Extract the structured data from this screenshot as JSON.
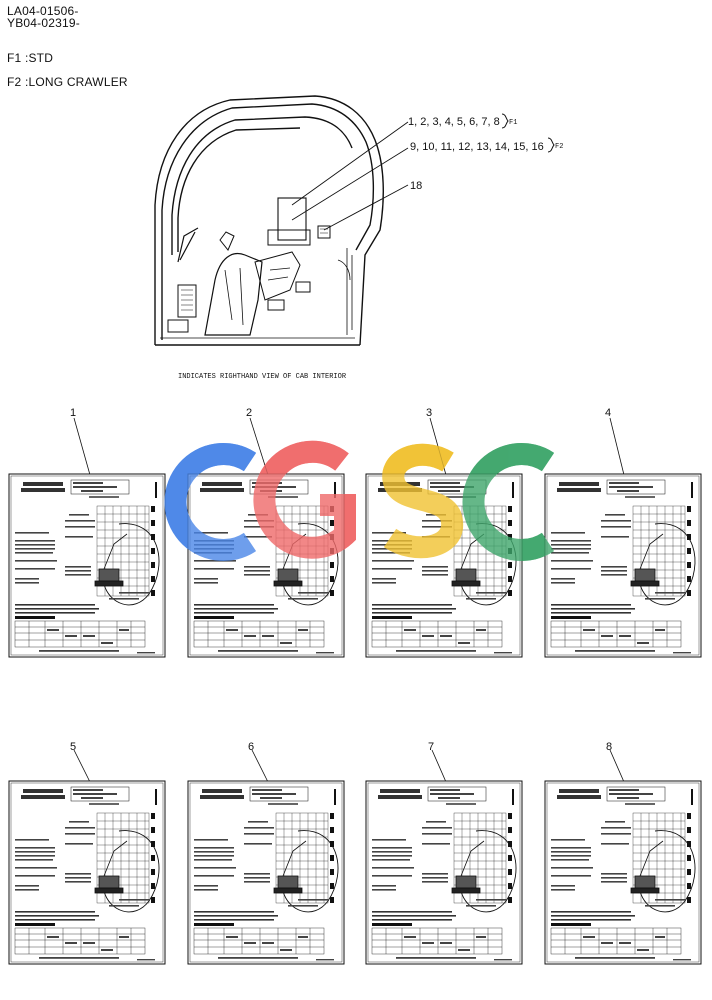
{
  "header": {
    "codes": [
      "LA04-01506-",
      "YB04-02319-"
    ],
    "notes": [
      "F1 :STD",
      "F2 :LONG CRAWLER"
    ]
  },
  "main_view": {
    "callouts": [
      "1, 2, 3, 4, 5, 6, 7, 8",
      "9, 10, 11, 12, 13, 14, 15, 16",
      "18"
    ],
    "brace_labels": [
      "F1",
      "F2"
    ],
    "caption": "INDICATES RIGHTHAND VIEW OF CAB INTERIOR"
  },
  "charts": [
    {
      "number": "1"
    },
    {
      "number": "2"
    },
    {
      "number": "3"
    },
    {
      "number": "4"
    },
    {
      "number": "5"
    },
    {
      "number": "6"
    },
    {
      "number": "7"
    },
    {
      "number": "8"
    }
  ],
  "watermark": {
    "text": "CGSC",
    "colors": [
      "#4a86e8",
      "#f06a6a",
      "#f1c232",
      "#3fa66b"
    ]
  }
}
